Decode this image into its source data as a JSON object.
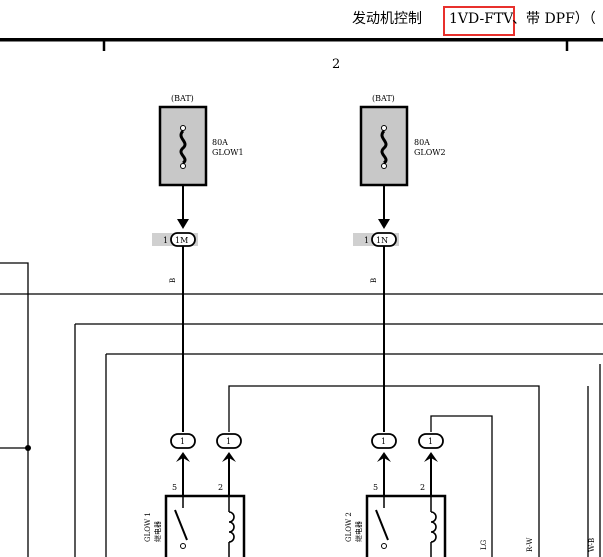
{
  "header": {
    "title_prefix": "发动机控制",
    "title_highlight": "1VD-FTV",
    "title_suffix": "、带 DPF）（",
    "highlight_color": "#e8302c"
  },
  "section_number": "2",
  "fuses": [
    {
      "source": "(BAT)",
      "rating": "80A",
      "name": "GLOW1",
      "connector_pin": "1",
      "connector": "1M",
      "wire_color": "B"
    },
    {
      "source": "(BAT)",
      "rating": "80A",
      "name": "GLOW2",
      "connector_pin": "1",
      "connector": "1N",
      "wire_color": "B"
    }
  ],
  "relays": [
    {
      "name": "GLOW 1",
      "name_cn": "继电器",
      "pin_left": "5",
      "pin_right": "2",
      "conn_left": "1",
      "conn_right": "1"
    },
    {
      "name": "GLOW 2",
      "name_cn": "继电器",
      "pin_left": "5",
      "pin_right": "2",
      "conn_left": "1",
      "conn_right": "1"
    }
  ],
  "wire_labels": [
    "LG",
    "R-W",
    "W-B"
  ],
  "colors": {
    "fuse_fill": "#c8c8c8",
    "connector_fill": "#d0d0d0",
    "line": "#000000"
  }
}
